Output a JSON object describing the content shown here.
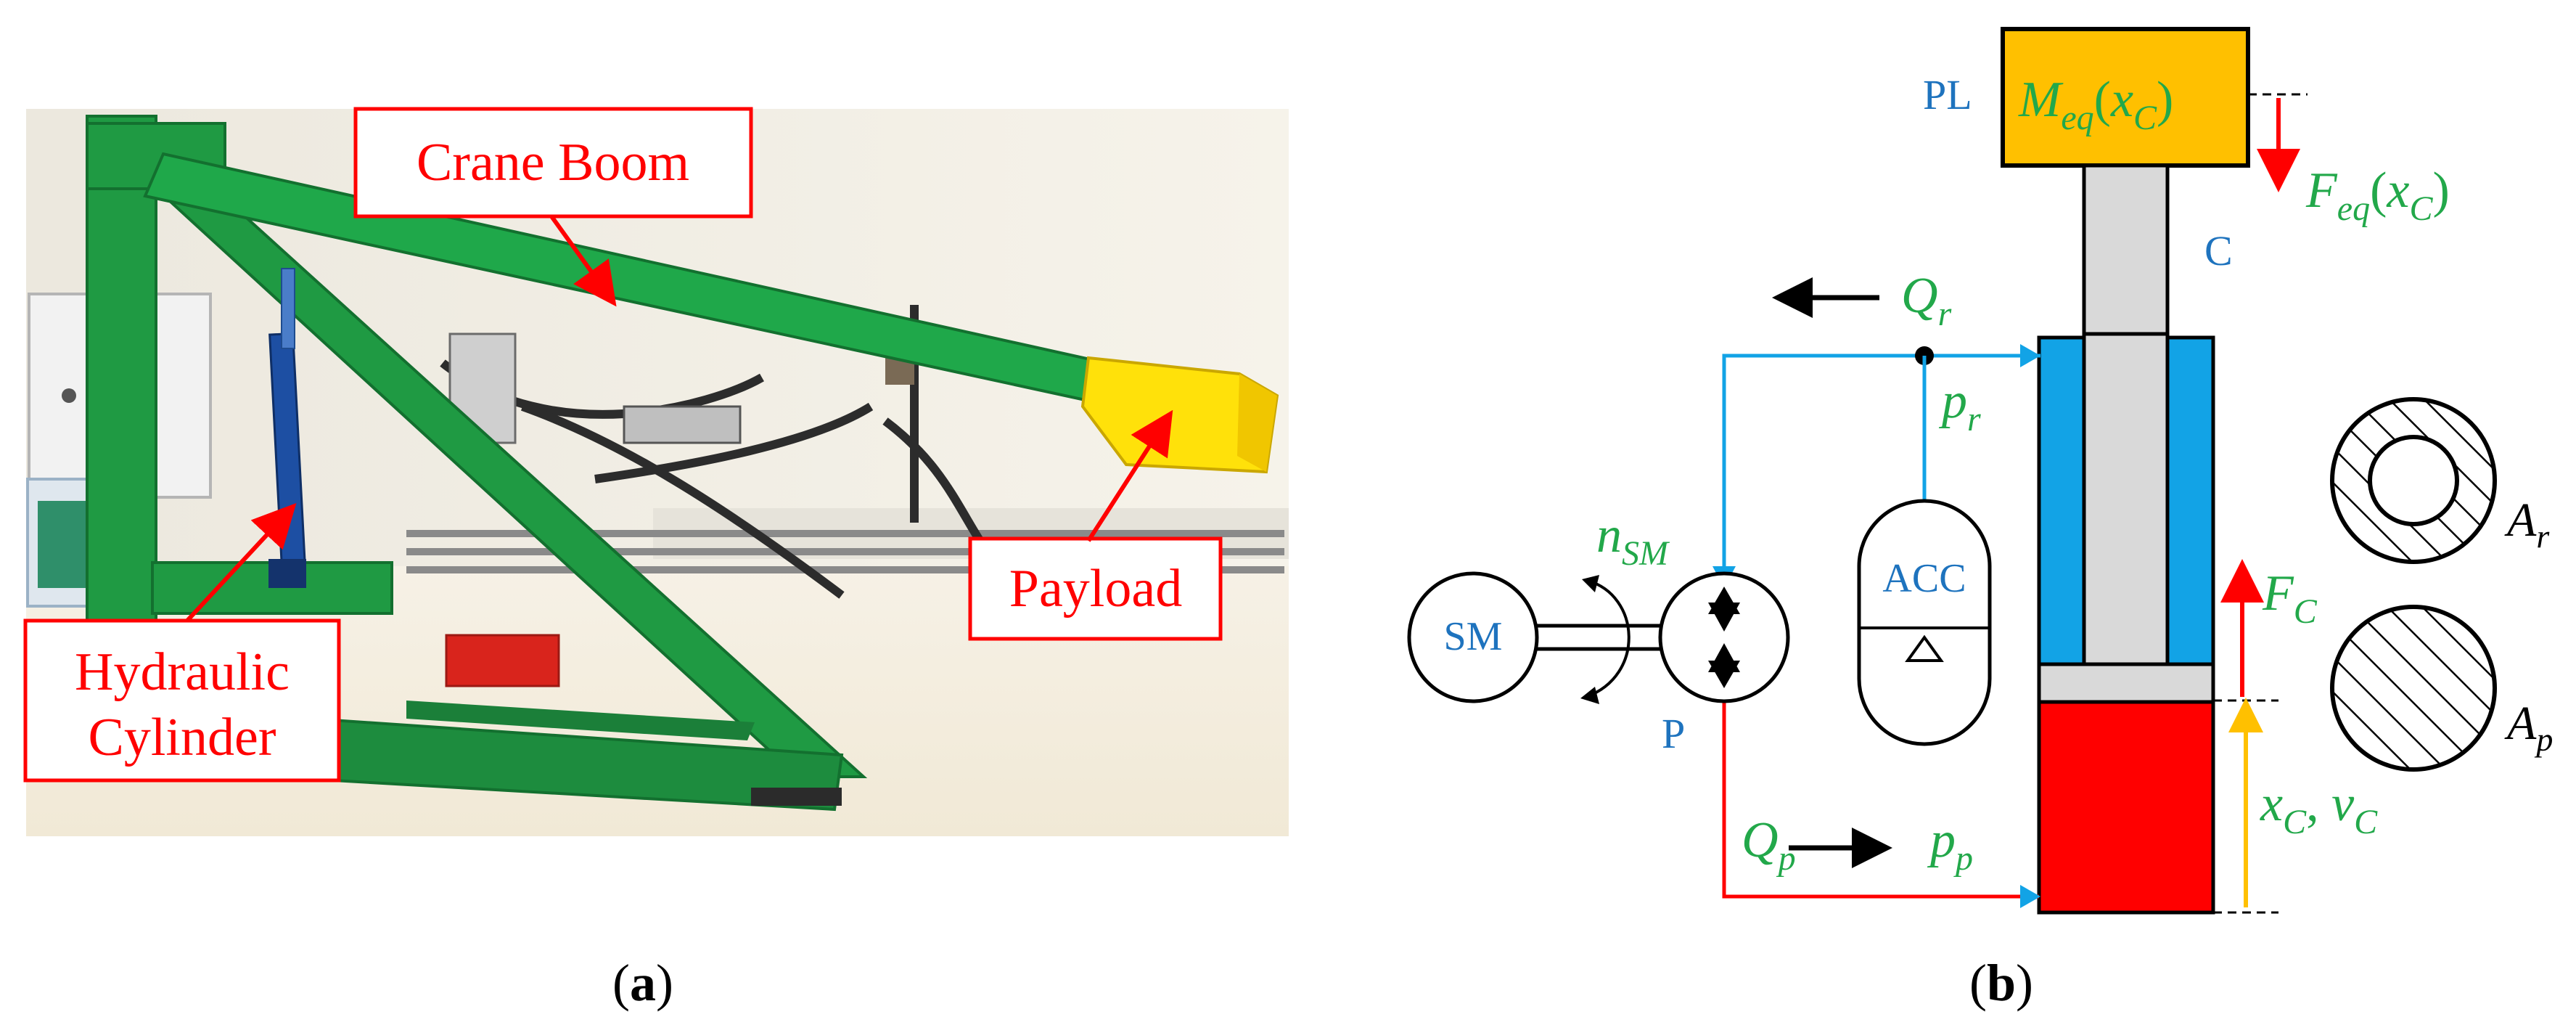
{
  "panel_a": {
    "caption": "(a)",
    "labels": {
      "crane_boom": "Crane Boom",
      "payload": "Payload",
      "hydraulic_cylinder_line1": "Hydraulic",
      "hydraulic_cylinder_line2": "Cylinder"
    }
  },
  "panel_b": {
    "caption": "(b)",
    "blue_labels": {
      "pl": "PL",
      "c": "C",
      "sm": "SM",
      "p": "P",
      "acc": "ACC"
    },
    "math": {
      "meq": {
        "base": "M",
        "sub": "eq",
        "arg_base": "x",
        "arg_sub": "C"
      },
      "feq": {
        "base": "F",
        "sub": "eq",
        "arg_base": "x",
        "arg_sub": "C"
      },
      "qr": {
        "base": "Q",
        "sub": "r"
      },
      "pr": {
        "base": "p",
        "sub": "r"
      },
      "nsm": {
        "base": "n",
        "sub": "SM"
      },
      "qp": {
        "base": "Q",
        "sub": "p"
      },
      "pp": {
        "base": "p",
        "sub": "p"
      },
      "fc": {
        "base": "F",
        "sub": "C"
      },
      "xv": {
        "base1": "x",
        "sub1": "C",
        "base2": "v",
        "sub2": "C"
      },
      "ar": {
        "base": "A",
        "sub": "r"
      },
      "ap": {
        "base": "A",
        "sub": "p"
      }
    },
    "colors": {
      "label_blue": "#1e73be",
      "math_green": "#22a84a",
      "payload_yellow": "#ffc000",
      "rod_gray": "#d9d9d9",
      "rod_chamber_blue": "#12a3e6",
      "piston_chamber_red": "#ff0000",
      "arrow_red": "#ff0000",
      "arrow_yellow": "#ffc000"
    }
  }
}
